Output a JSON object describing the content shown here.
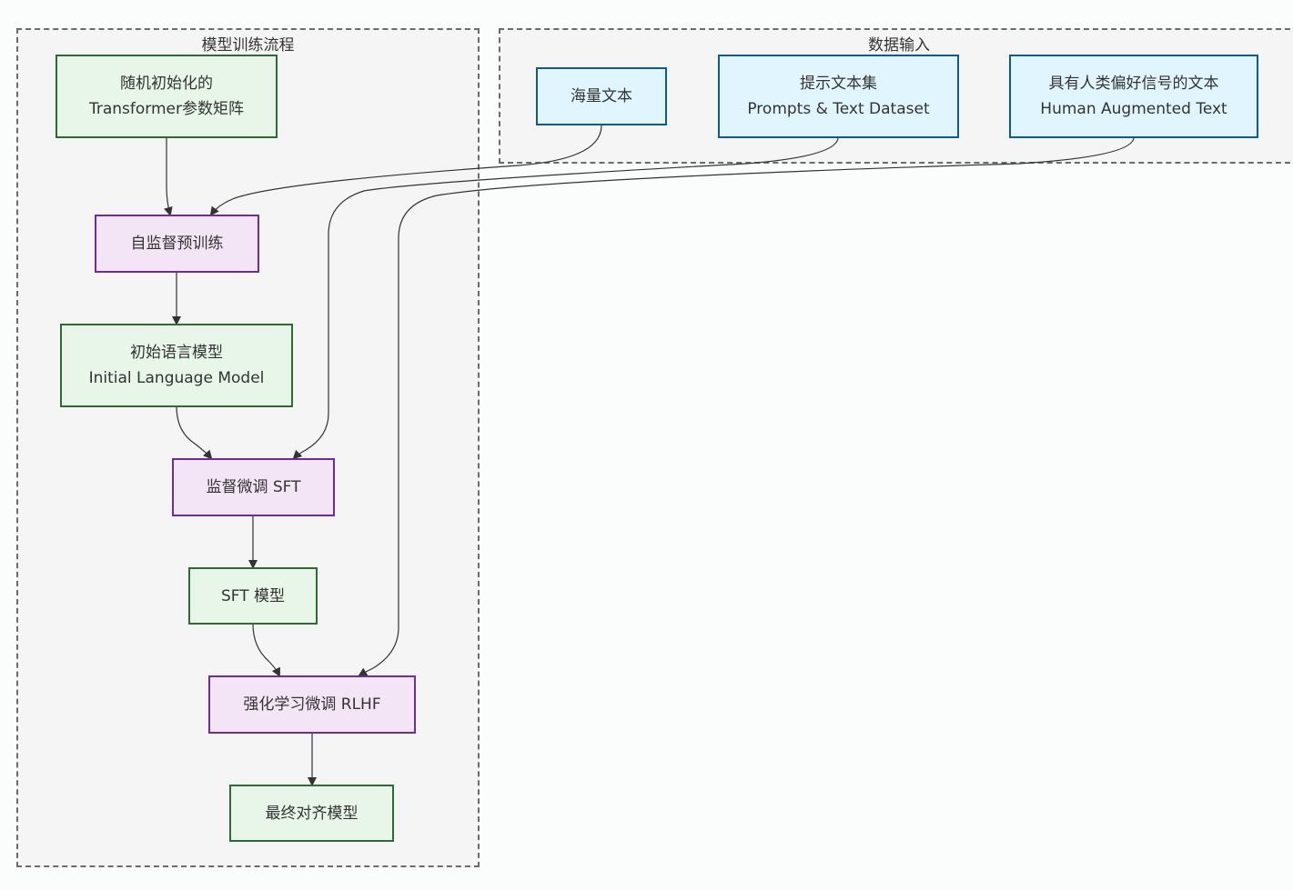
{
  "clusters": {
    "training": {
      "title": "模型训练流程"
    },
    "input": {
      "title": "数据输入"
    }
  },
  "nodes": {
    "random_init": {
      "line1": "随机初始化的",
      "line2": "Transformer参数矩阵"
    },
    "self_supervised": {
      "line1": "自监督预训练"
    },
    "initial_lm": {
      "line1": "初始语言模型",
      "line2": "Initial Language Model"
    },
    "sft": {
      "line1": "监督微调 SFT"
    },
    "sft_model": {
      "line1": "SFT 模型"
    },
    "rlhf": {
      "line1": "强化学习微调 RLHF"
    },
    "final_model": {
      "line1": "最终对齐模型"
    },
    "massive_text": {
      "line1": "海量文本"
    },
    "prompts": {
      "line1": "提示文本集",
      "line2": "Prompts & Text Dataset"
    },
    "human": {
      "line1": "具有人类偏好信号的文本",
      "line2": "Human Augmented Text"
    }
  },
  "colors": {
    "model_fill": "#e8f5e9",
    "model_border": "#2e6b32",
    "process_fill": "#f3e5f5",
    "process_border": "#6a2ca0",
    "data_fill": "#e1f5fe",
    "data_border": "#0e5a96",
    "edge": "#333333"
  }
}
